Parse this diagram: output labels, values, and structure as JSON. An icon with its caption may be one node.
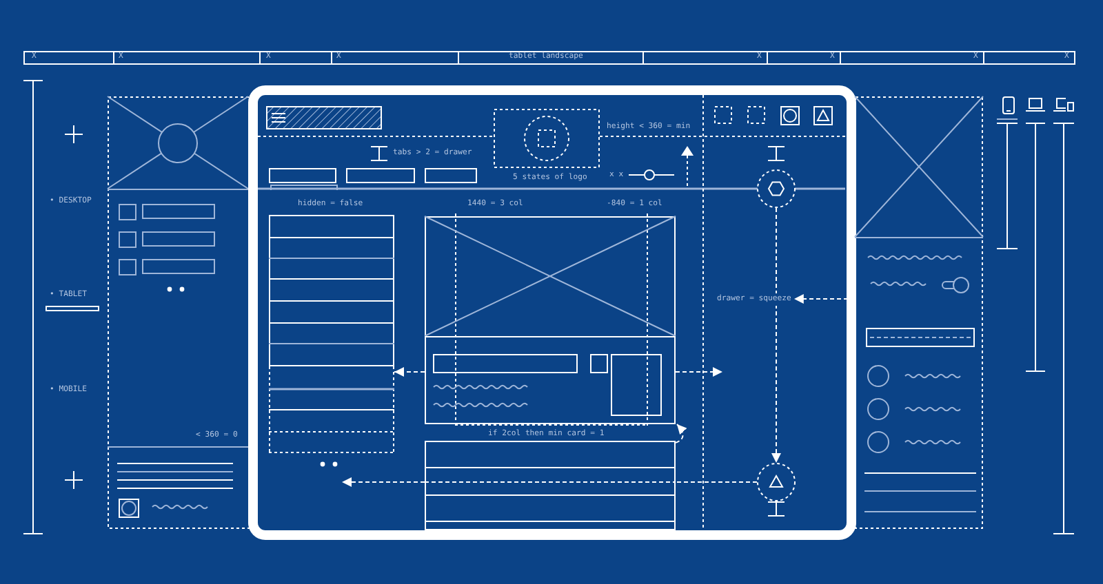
{
  "diagram": {
    "nodes": [
      {
        "text": [],
        "shape": "box"
      },
      {
        "text": [],
        "shape": "box"
      },
      {
        "text": [],
        "shape": "box"
      },
      {
        "text": [],
        "shape": "circle"
      },
      {
        "text": [
          "drawer = squeeze"
        ]
      },
      {
        "text": [],
        "shape": "circle"
      },
      {
        "text": [],
        "shape": "box"
      }
    ],
    "edges": [
      {
        "from": 1,
        "to": 0,
        "arrow": "to",
        "style": "dashed"
      },
      {
        "from": 1,
        "to": null,
        "arrow": "to",
        "style": "dashed"
      },
      {
        "from": 2,
        "to": 1,
        "arrow": "to",
        "style": "dashed"
      },
      {
        "from": 3,
        "to": 5,
        "arrow": "to",
        "style": "dashed"
      },
      {
        "from": 6,
        "to": 4,
        "arrow": "to",
        "style": "dashed"
      },
      {
        "from": 5,
        "to": 2,
        "arrow": "none",
        "style": "dashed"
      },
      {
        "from": 2,
        "to": 0,
        "arrow": "to",
        "style": "dashed"
      }
    ],
    "labels": [
      "X",
      "X",
      "X",
      "X",
      "tablet landscape",
      "X",
      "X",
      "X",
      "X",
      "height < 360 = min",
      "tabs > 2 = drawer",
      "5 states of logo",
      "x x",
      "• DESKTOP",
      "hidden = false",
      "1440 = 3 col",
      "-840 = 1 col",
      "• TABLET",
      "• MOBILE",
      "< 360 = 0",
      "if 2col then min card = 1"
    ]
  }
}
